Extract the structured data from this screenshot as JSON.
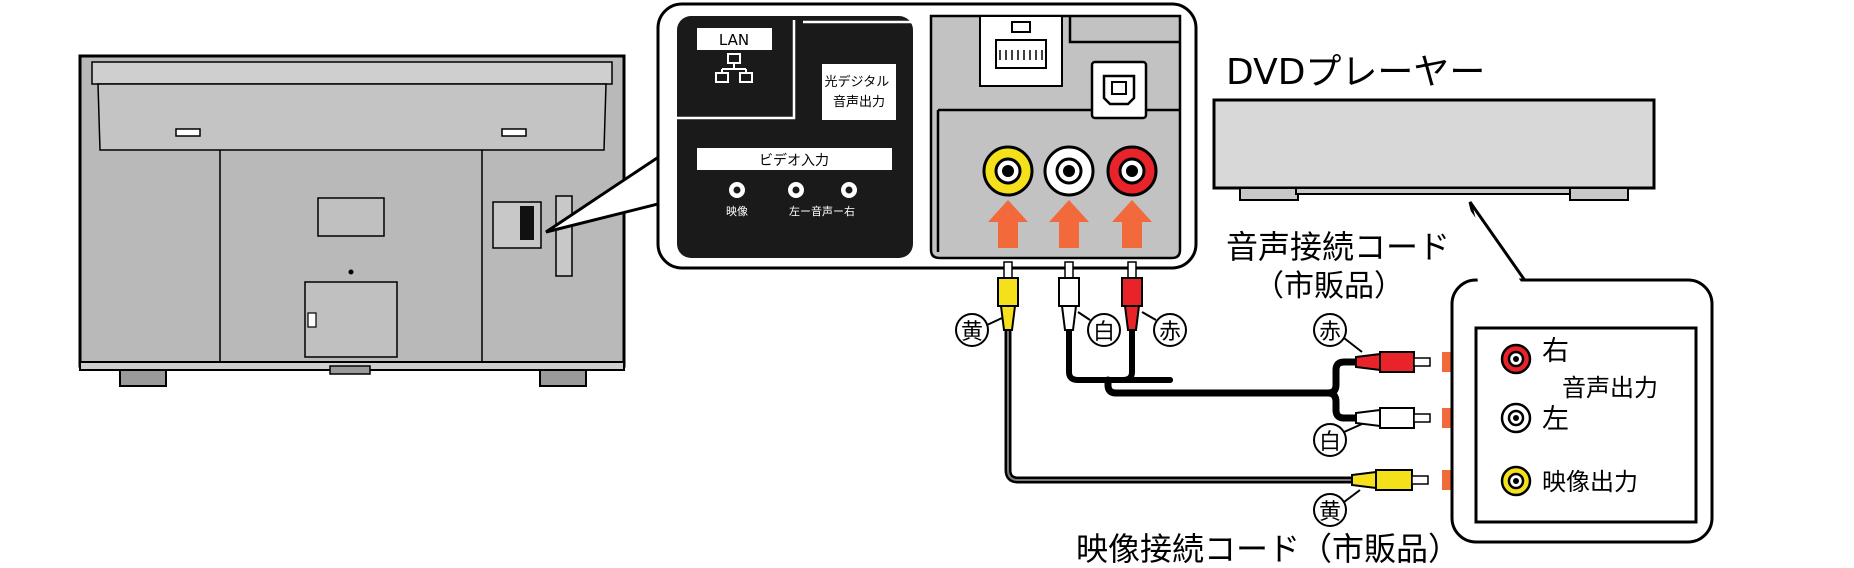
{
  "labels": {
    "lan": "LAN",
    "optical_digital_audio_out": "光デジタル\n音声出力",
    "video_input": "ビデオ入力",
    "video_jack": "映像",
    "audio_lr": "左ー音声ー右",
    "dvd_player": "DVDプレーヤー",
    "audio_cable": "音声接続コード",
    "audio_cable_sold_separately": "（市販品）",
    "video_cable_full": "映像接続コード（市販品）",
    "yellow": "黄",
    "white": "白",
    "red": "赤",
    "right": "右",
    "audio_output": "音声出力",
    "left": "左",
    "video_output": "映像出力"
  },
  "colors": {
    "red": "#e8232a",
    "white": "#ffffff",
    "yellow": "#f5e11b",
    "arrow": "#f26a3c",
    "panel_dark": "#1a1a1a",
    "tv_body": "#b8b8b8",
    "dvd_body": "#d8d8d8"
  }
}
